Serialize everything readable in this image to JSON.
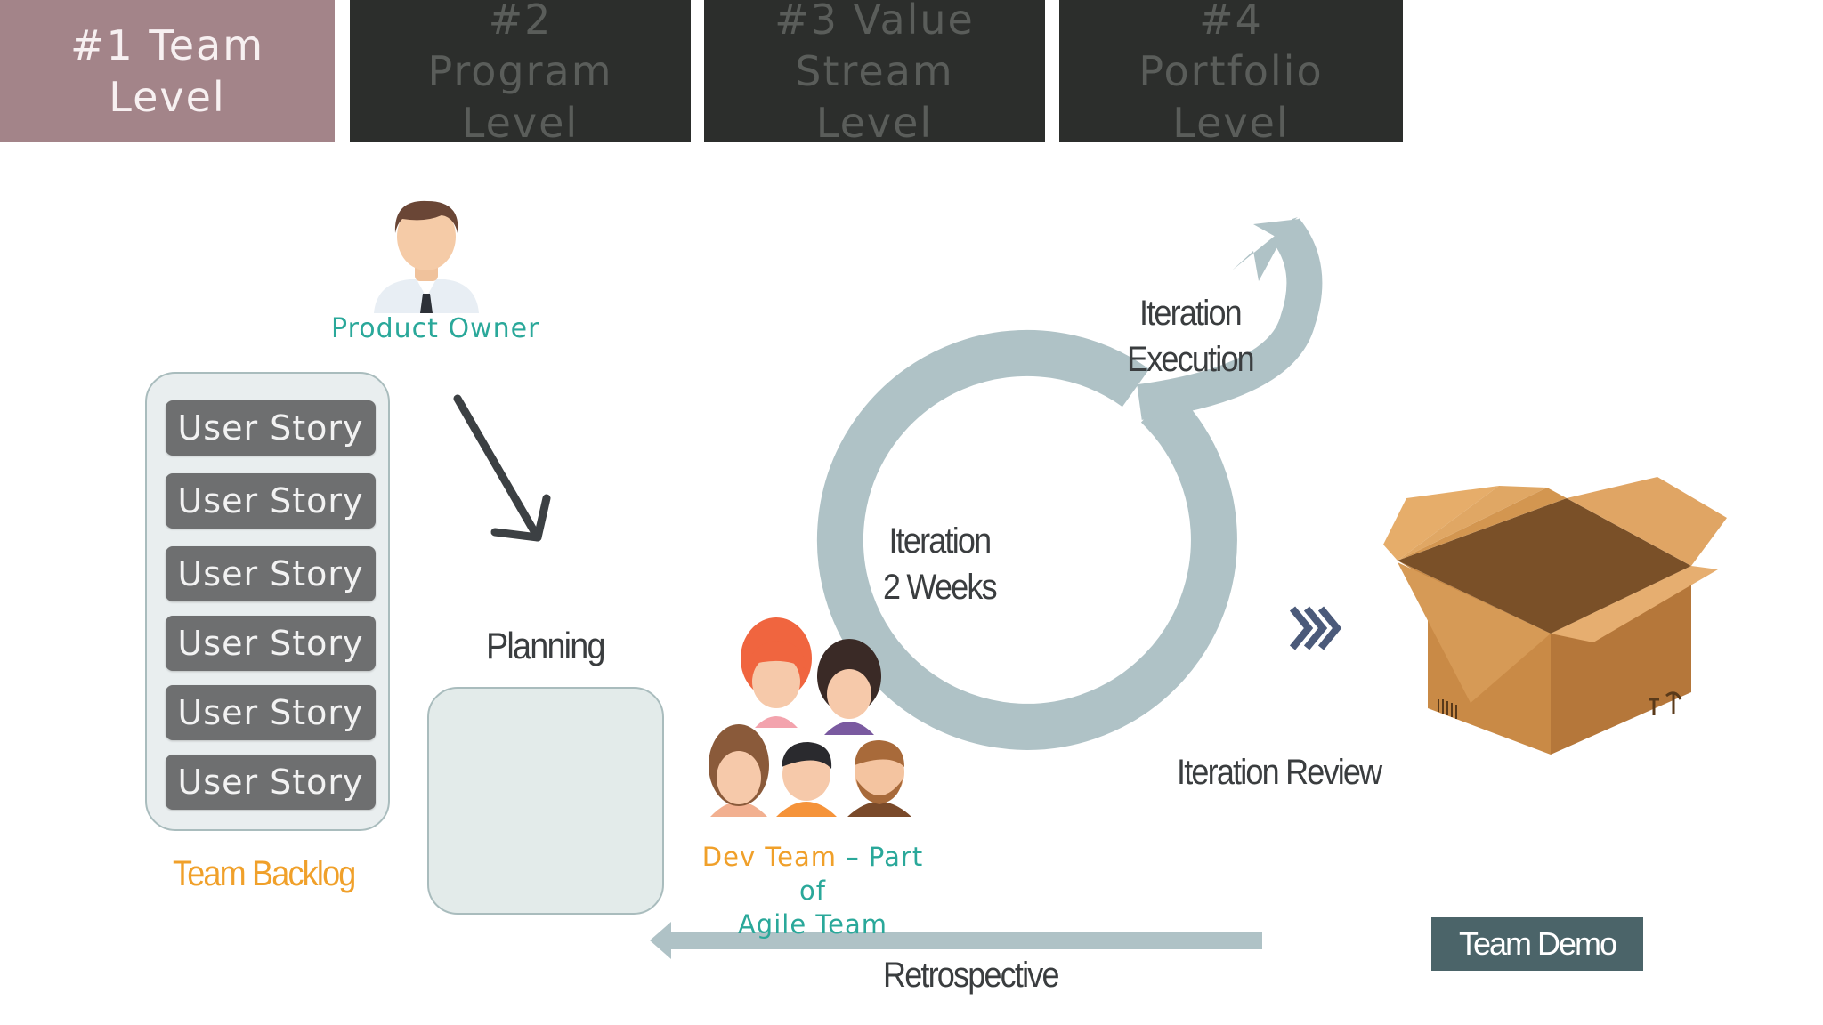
{
  "tabs": [
    {
      "label": "#1 Team Level",
      "active": true
    },
    {
      "label": "#2 Program Level",
      "active": false
    },
    {
      "label": "#3 Value Stream Level",
      "active": false
    },
    {
      "label": "#4 Portfolio Level",
      "active": false
    }
  ],
  "diagram": {
    "product_owner": "Product Owner",
    "user_stories": [
      "User Story",
      "User Story",
      "User Story",
      "User Story",
      "User Story",
      "User Story"
    ],
    "team_backlog": "Team Backlog",
    "planning": "Planning",
    "iteration_line1": "Iteration",
    "iteration_line2": "2 Weeks",
    "execution_line1": "Iteration",
    "execution_line2": "Execution",
    "dev_team_part1": "Dev Team",
    "dev_team_part2": " – Part of",
    "dev_team_line2": "Agile Team",
    "iteration_review": "Iteration Review",
    "retrospective": "Retrospective",
    "team_demo": "Team Demo"
  },
  "colors": {
    "active_tab": "#a38489",
    "inactive_tab": "#2c2e2c",
    "cycle_arrow": "#afc2c6",
    "teal_label": "#2aa89a",
    "orange_label": "#f0a02a",
    "demo_button": "#4b6469"
  },
  "icons": [
    "product-owner-avatar",
    "down-right-arrow-icon",
    "cycle-arrow-icon",
    "dev-team-avatars",
    "triple-chevron-right-icon",
    "open-box-icon",
    "left-arrow-icon"
  ]
}
